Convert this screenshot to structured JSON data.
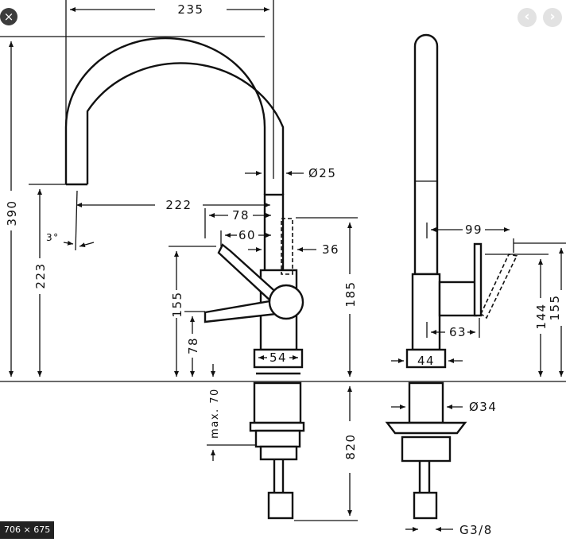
{
  "viewer": {
    "close_glyph": "×",
    "prev_glyph": "‹",
    "next_glyph": "›",
    "size_badge": "706 × 675"
  },
  "dimensions": {
    "d235": "235",
    "d222": "222",
    "d78_top": "78",
    "d60": "60",
    "d25": "Ø25",
    "d36": "36",
    "d390": "390",
    "d223": "223",
    "d3deg": "3°",
    "d155_left": "155",
    "d78_left": "78",
    "d185": "185",
    "d54": "54",
    "dmax70": "max. 70",
    "d820": "820",
    "d99": "99",
    "d63": "63",
    "d44": "44",
    "d144": "144",
    "d155_right": "155",
    "d34": "Ø34",
    "dg38": "G3/8"
  }
}
